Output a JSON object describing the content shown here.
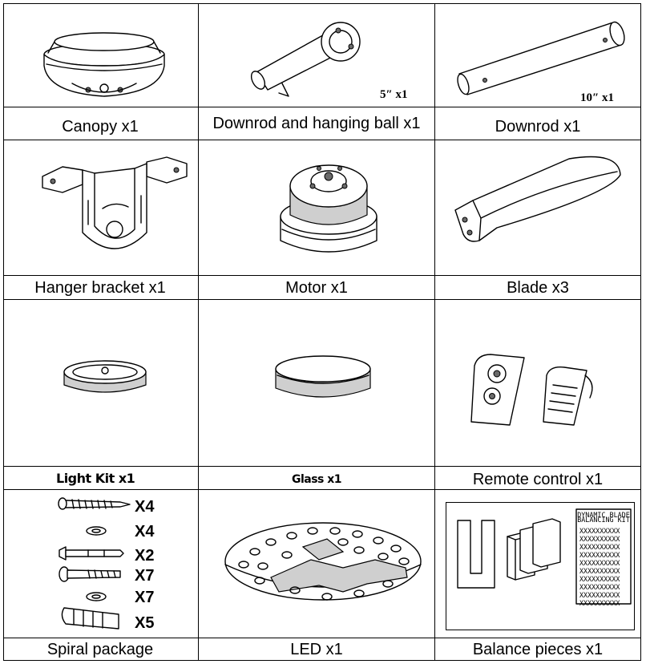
{
  "title": "Parts list",
  "parts": [
    {
      "name": "Canopy x1"
    },
    {
      "name": "Downrod and hanging ball x1",
      "size_note": "5″ x1"
    },
    {
      "name": "Downrod x1",
      "size_note": "10″ x1"
    },
    {
      "name": "Hanger bracket x1"
    },
    {
      "name": "Motor x1"
    },
    {
      "name": "Blade x3"
    },
    {
      "name": "Light Kit x1"
    },
    {
      "name": "Glass x1"
    },
    {
      "name": "Remote control x1"
    },
    {
      "name": "Spiral package"
    },
    {
      "name": "LED x1"
    },
    {
      "name": "Balance pieces x1"
    }
  ],
  "spiral_quantities": [
    "X4",
    "X4",
    "X2",
    "X7",
    "X7",
    "X5"
  ],
  "balance_sheet": {
    "heading_line1": "DYNAMIC BLADE",
    "heading_line2": "BALANCING KIT",
    "rows": [
      "XXXXXXXXXX",
      "XXXXXXXXXX",
      "XXXXXXXXXX",
      "XXXXXXXXXX",
      "XXXXXXXXXX",
      "XXXXXXXXXX",
      "XXXXXXXXXX",
      "XXXXXXXXXX",
      "XXXXXXXXXX",
      "XXXXXXXXXX"
    ]
  }
}
